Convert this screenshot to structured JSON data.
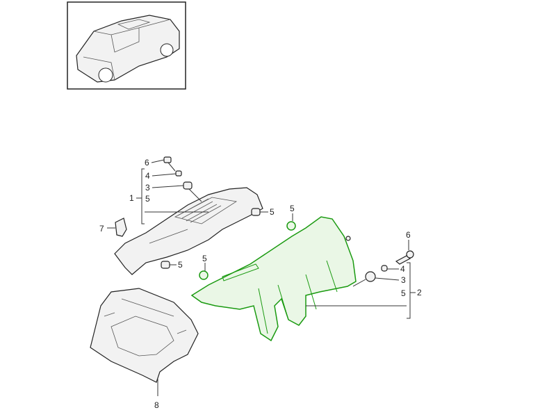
{
  "diagram": {
    "highlight_color": "#1a9a10",
    "thumbnail": {
      "name": "vehicle-thumbnail"
    },
    "labels_group1": {
      "l6": "6",
      "l4": "4",
      "l3": "3",
      "l5": "5",
      "l1": "1",
      "l5_right": "5",
      "l7": "7",
      "l5_bottom": "5"
    },
    "labels_group2": {
      "l5_top": "5",
      "l5_left": "5",
      "l6": "6",
      "l4": "4",
      "l3": "3",
      "l5": "5",
      "l2": "2"
    },
    "labels_group3": {
      "l8": "8"
    }
  }
}
